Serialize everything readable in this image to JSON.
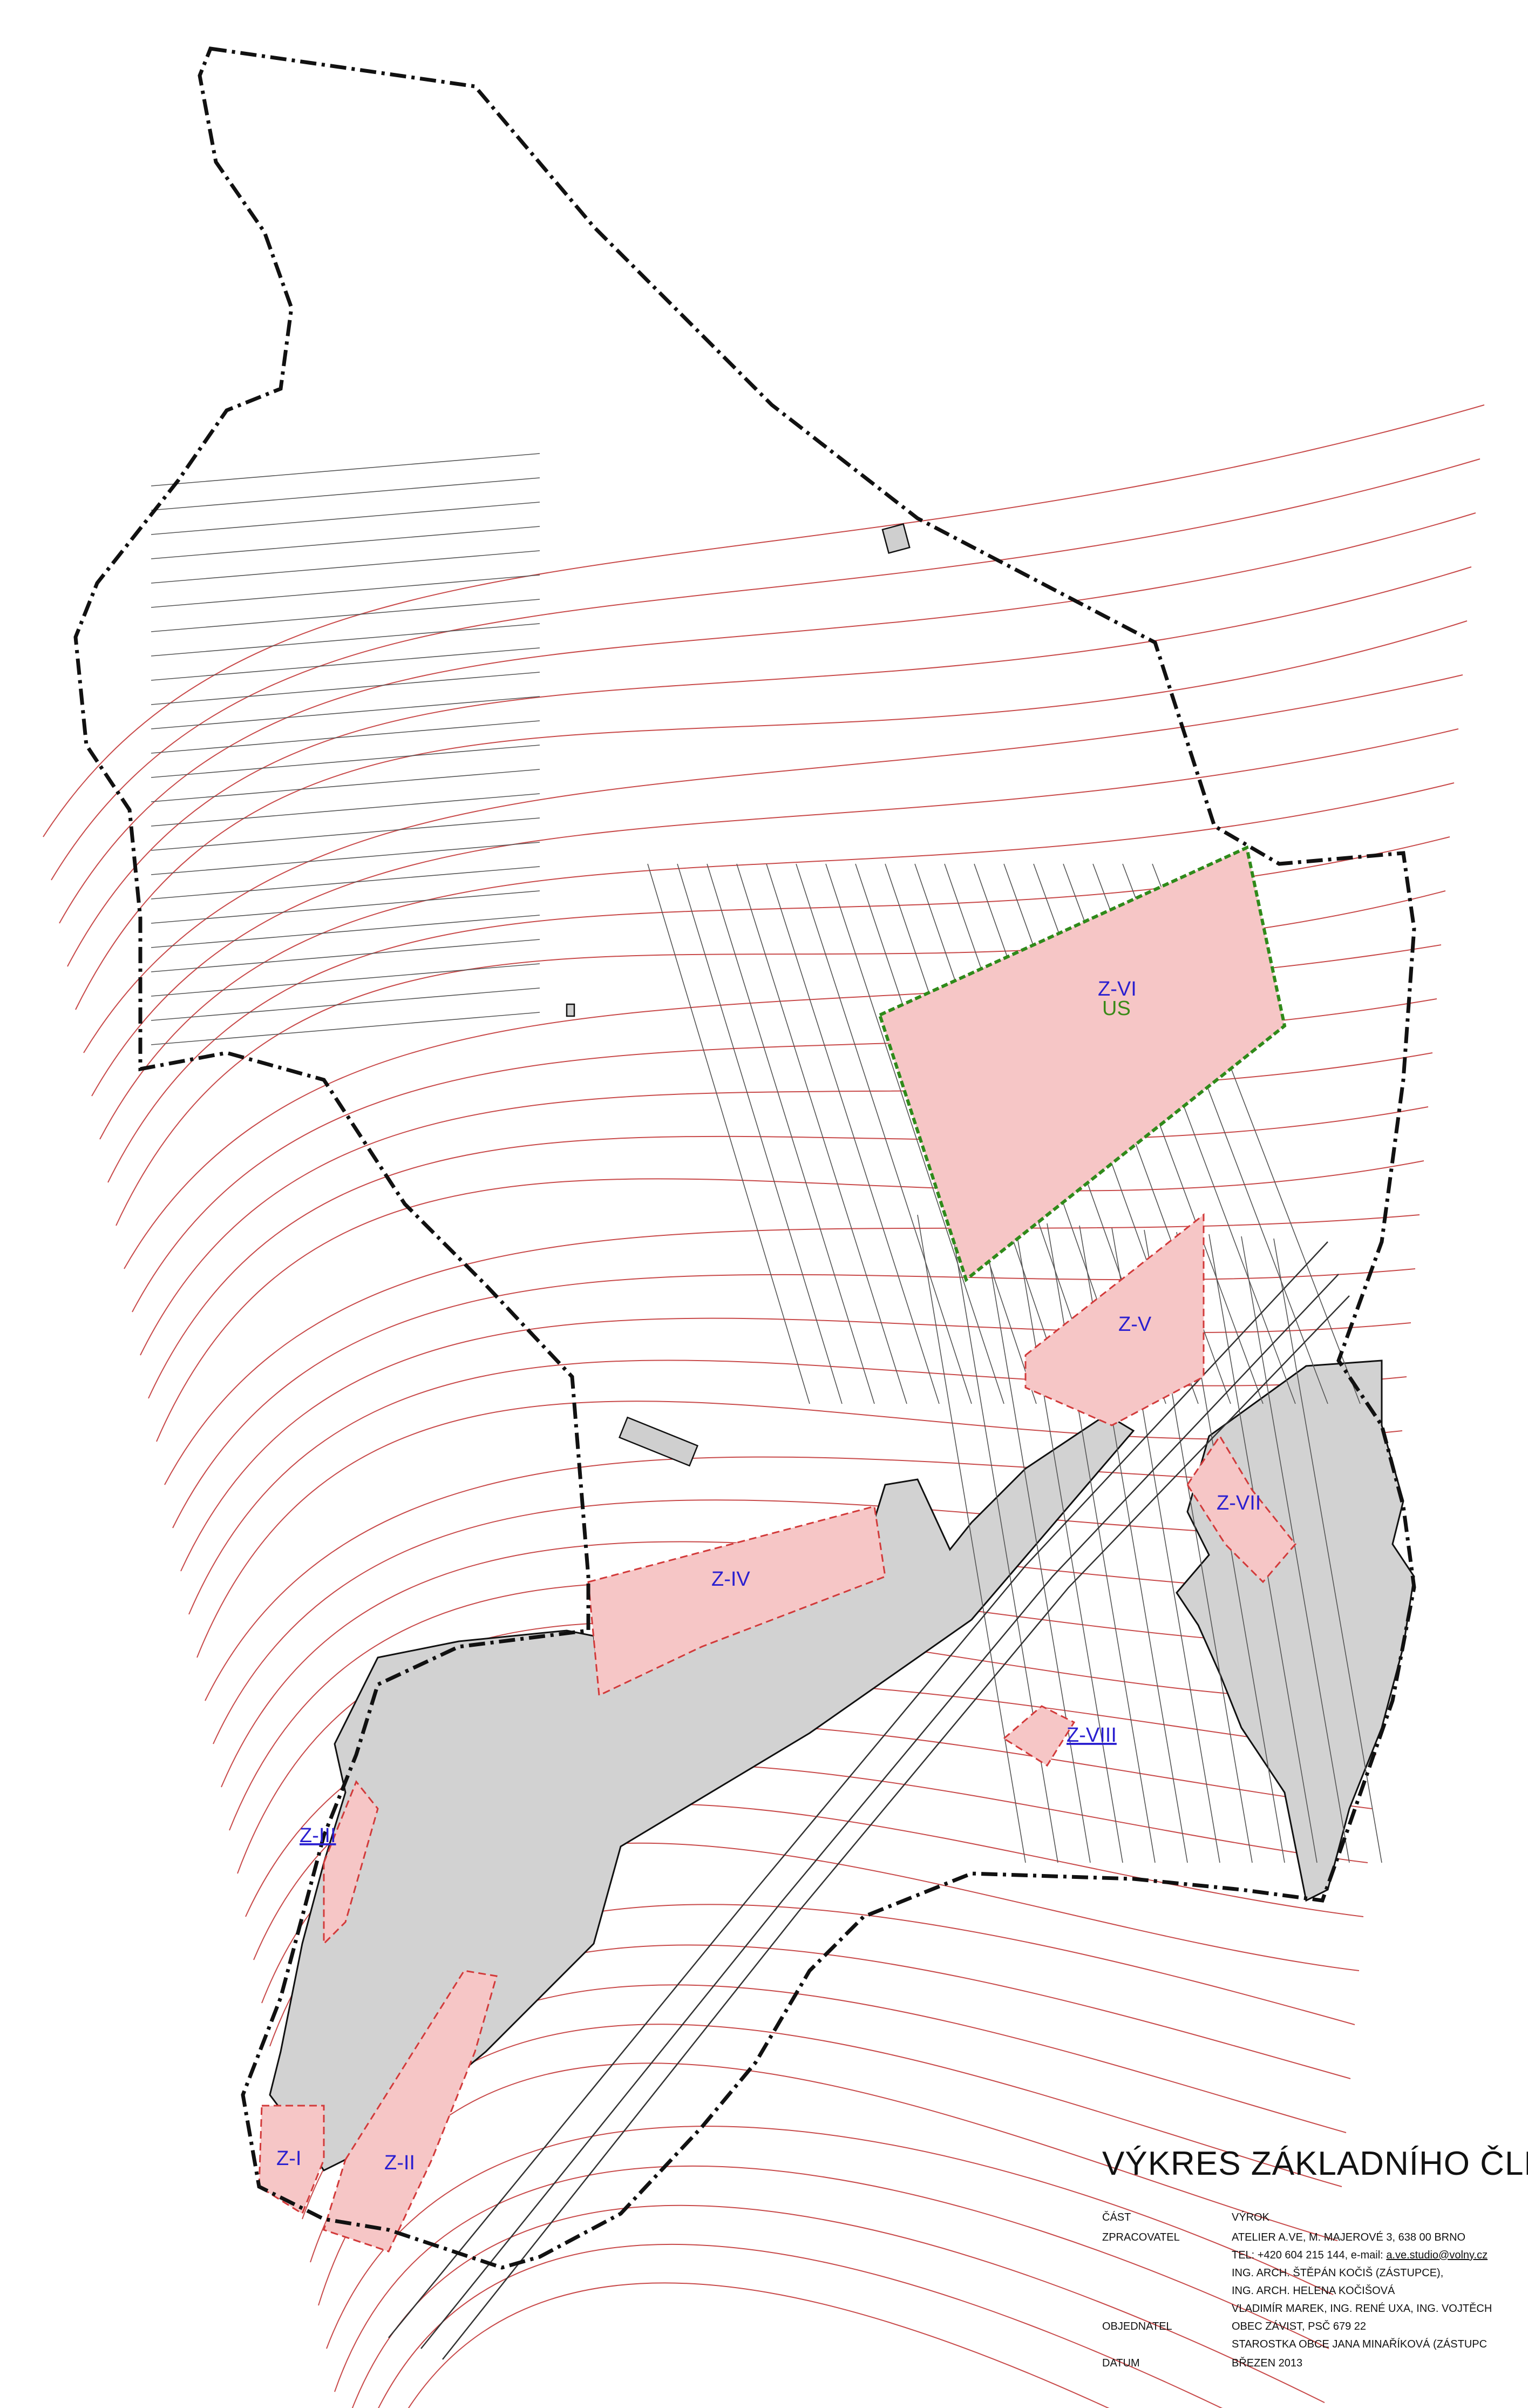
{
  "zones": [
    {
      "id": "Z-I",
      "label": "Z-I"
    },
    {
      "id": "Z-II",
      "label": "Z-II"
    },
    {
      "id": "Z-III",
      "label": "Z-III"
    },
    {
      "id": "Z-IV",
      "label": "Z-IV"
    },
    {
      "id": "Z-V",
      "label": "Z-V"
    },
    {
      "id": "Z-VI",
      "label": "Z-VI",
      "sublabel": "US"
    },
    {
      "id": "Z-VII",
      "label": "Z-VII"
    },
    {
      "id": "Z-VIII",
      "label": "Z-VIII"
    }
  ],
  "colors": {
    "zone_fill": "#f6c6c6",
    "zone_stroke": "#d23a3a",
    "built_up_fill": "#d2d2d2",
    "boundary": "#111111",
    "contours": "#c84a4a",
    "study_area_dash": "#2f8a1a",
    "zone_label": "#2a1fd0"
  },
  "title_block": {
    "title": "VÝKRES ZÁKLADNÍHO ČLENĚN",
    "part_label": "ČÁST",
    "part_value": "VÝROK",
    "author_label": "ZPRACOVATEL",
    "author_lines": [
      "ATELIER A.VE, M. MAJEROVÉ 3, 638 00 BRNO",
      "TEL: +420 604 215 144, e-mail: ",
      "ING. ARCH. ŠTĚPÁN KOČIŠ (ZÁSTUPCE),",
      "ING. ARCH. HELENA KOČIŠOVÁ",
      "VLADIMÍR MAREK, ING. RENÉ UXA, ING. VOJTĚCH"
    ],
    "email": "a.ve.studio@volny.cz",
    "client_label": "OBJEDNATEL",
    "client_lines": [
      "OBEC ZÁVIST, PSČ 679 22",
      "STAROSTKA OBCE JANA MINAŘÍKOVÁ (ZÁSTUPC"
    ],
    "date_label": "DATUM",
    "date_value": "BŘEZEN 2013"
  }
}
